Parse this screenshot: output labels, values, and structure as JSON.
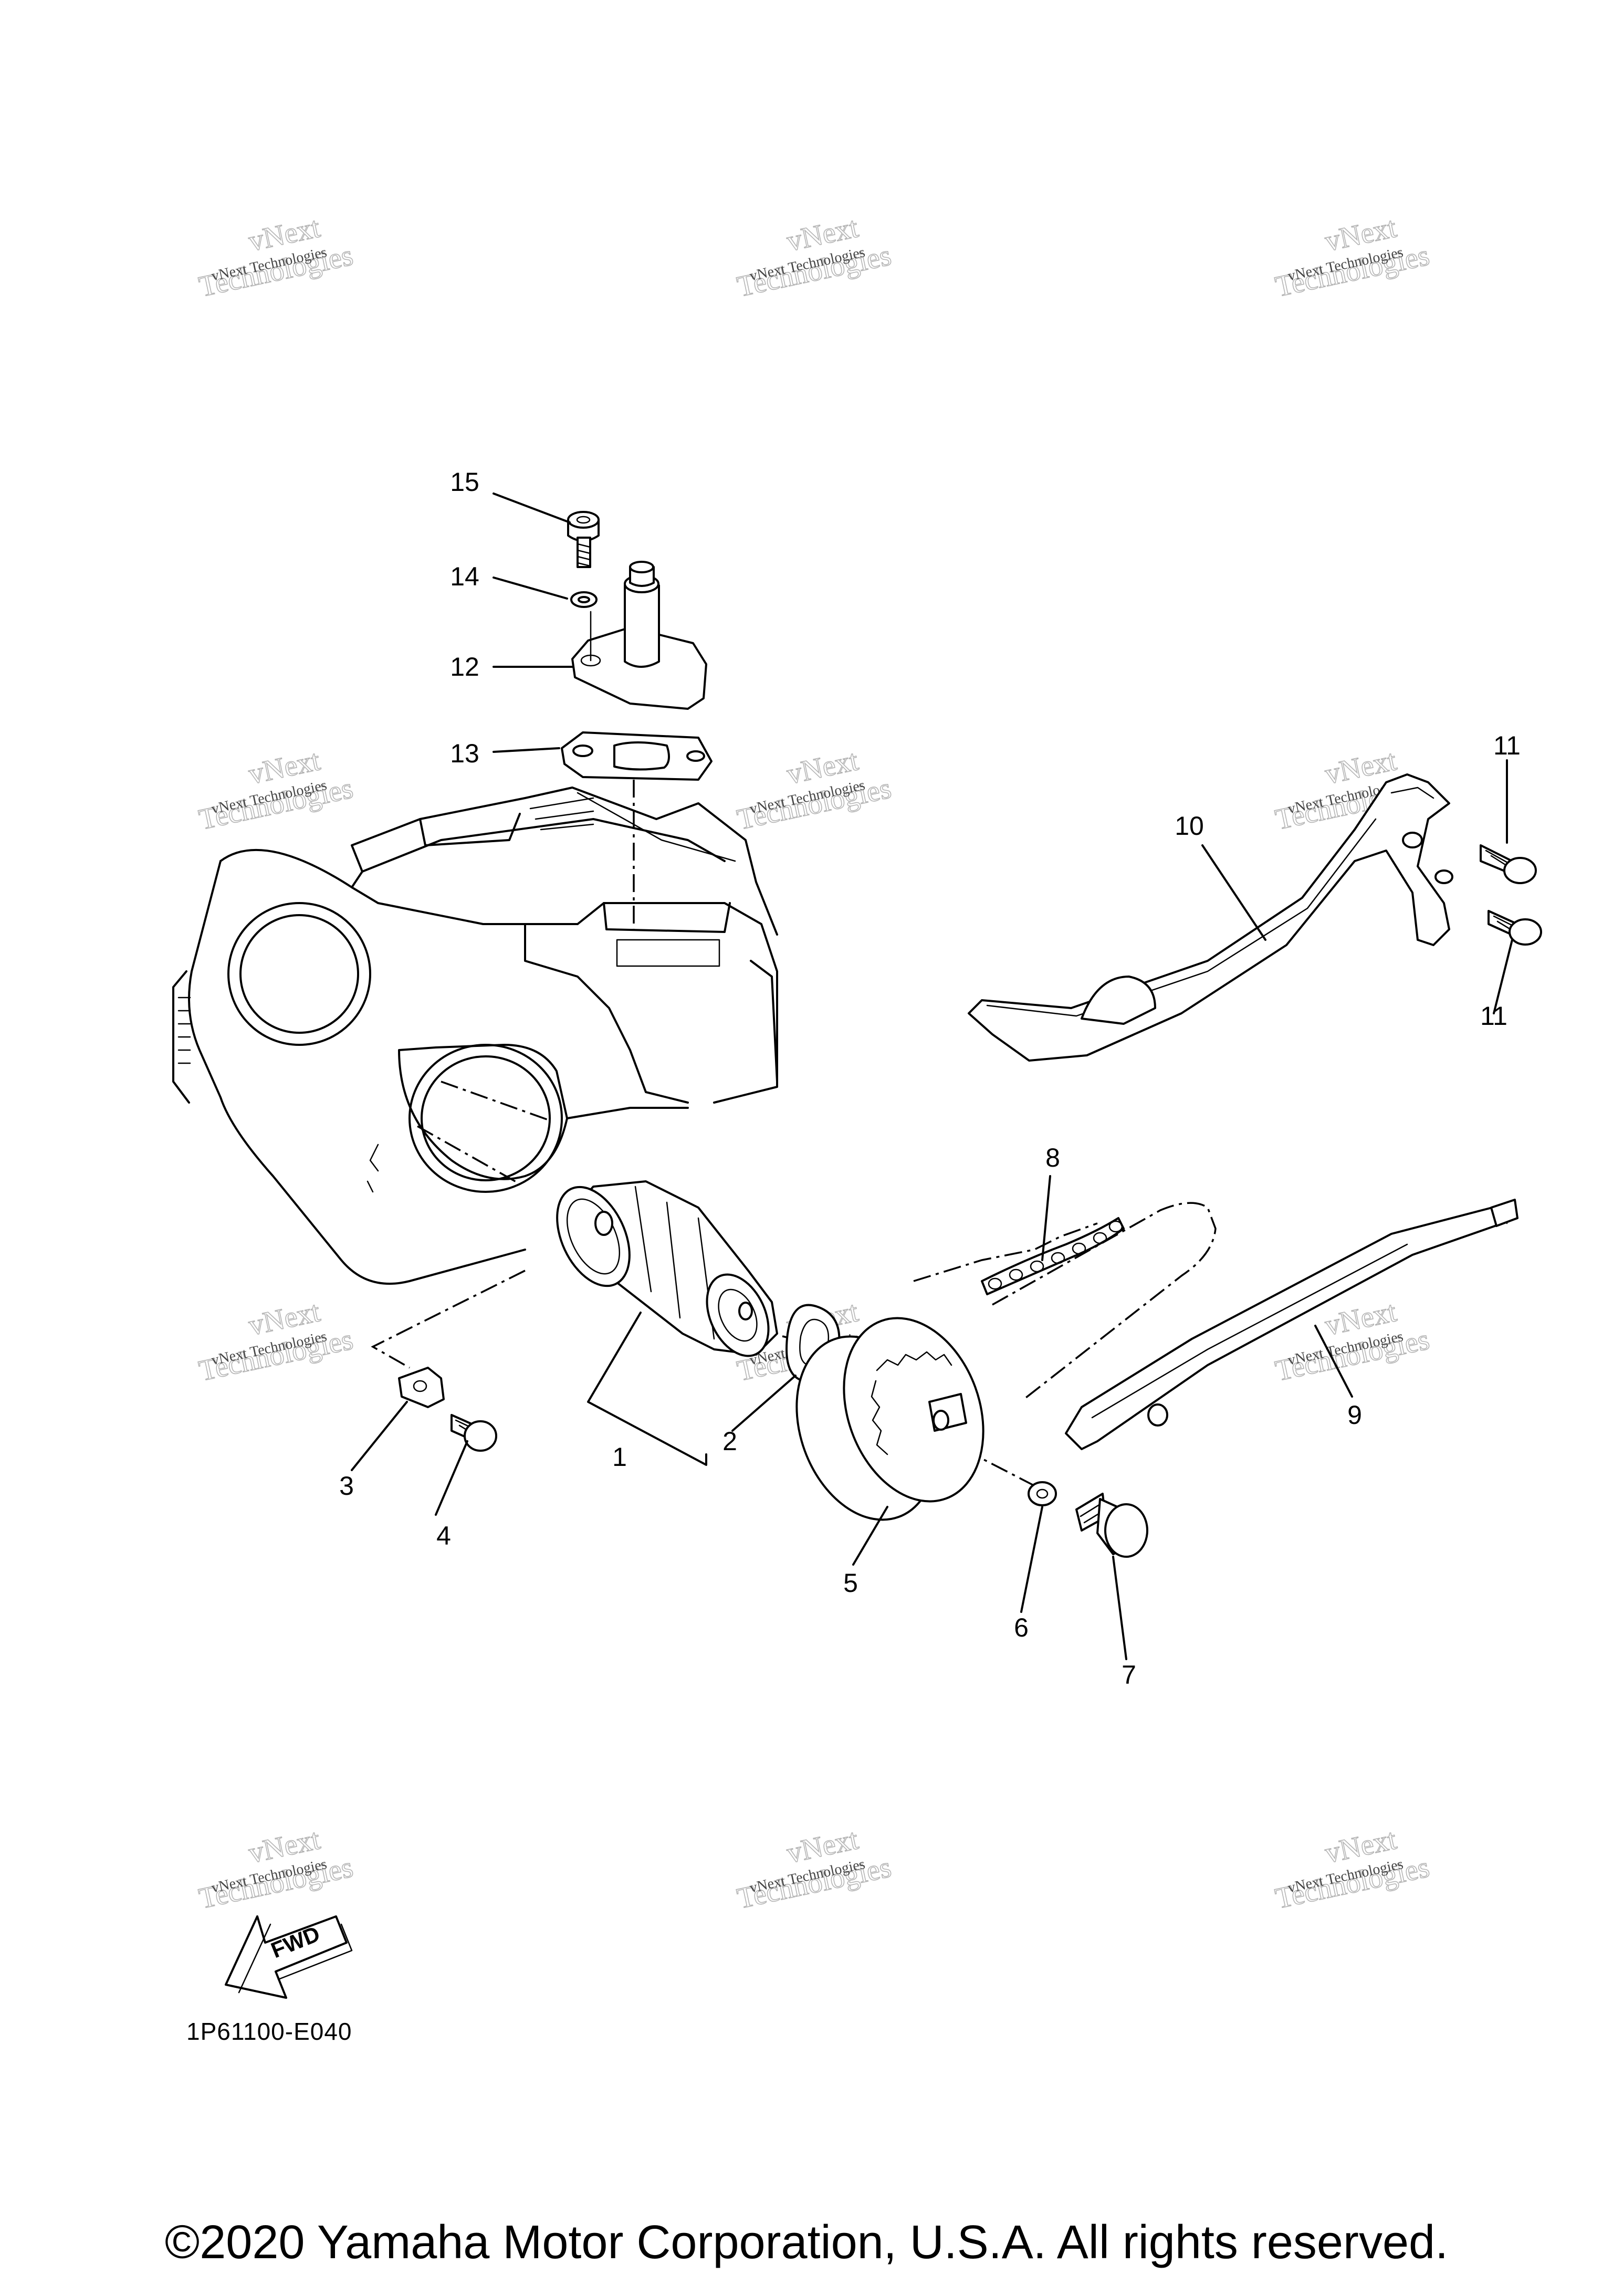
{
  "callouts": [
    {
      "id": "1",
      "label": "1"
    },
    {
      "id": "2",
      "label": "2"
    },
    {
      "id": "3",
      "label": "3"
    },
    {
      "id": "4",
      "label": "4"
    },
    {
      "id": "5",
      "label": "5"
    },
    {
      "id": "6",
      "label": "6"
    },
    {
      "id": "7",
      "label": "7"
    },
    {
      "id": "8",
      "label": "8"
    },
    {
      "id": "9",
      "label": "9"
    },
    {
      "id": "10",
      "label": "10"
    },
    {
      "id": "11a",
      "label": "11"
    },
    {
      "id": "11b",
      "label": "11"
    },
    {
      "id": "12",
      "label": "12"
    },
    {
      "id": "13",
      "label": "13"
    },
    {
      "id": "14",
      "label": "14"
    },
    {
      "id": "15",
      "label": "15"
    }
  ],
  "watermark": {
    "line1": "vNext",
    "line2": "Technologies",
    "small": "vNext Technologies"
  },
  "fwd_label": "FWD",
  "ref_code": "1P61100-E040",
  "copyright": "©2020 Yamaha Motor Corporation, U.S.A. All rights reserved."
}
